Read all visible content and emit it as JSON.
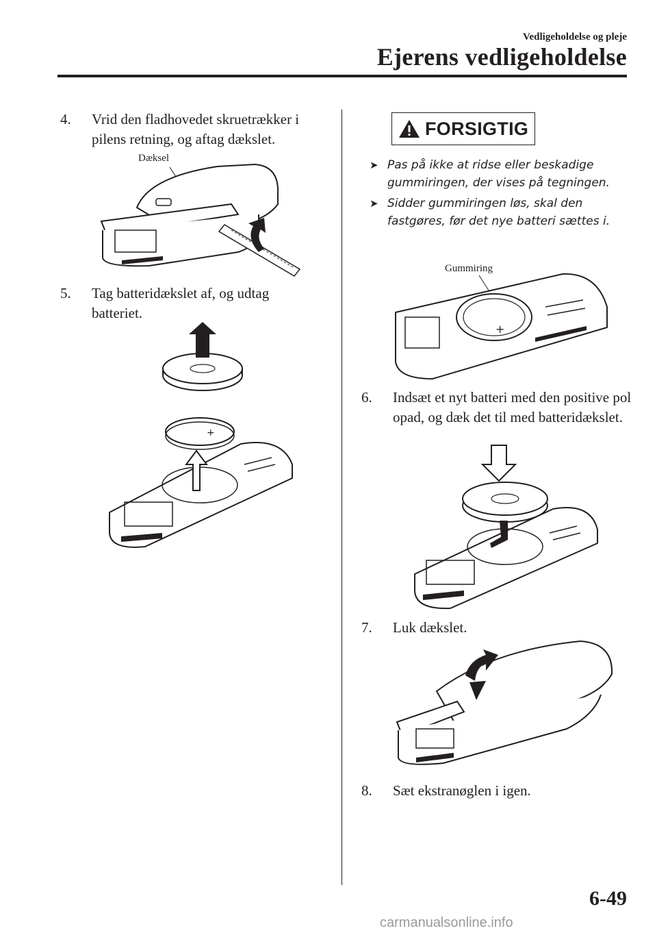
{
  "header": {
    "section": "Vedligeholdelse og pleje",
    "title": "Ejerens vedligeholdelse"
  },
  "steps": [
    {
      "number": "4.",
      "text": "Vrid den fladhovedet skruetrækker i pilens retning, og aftag dækslet."
    },
    {
      "number": "5.",
      "text": "Tag batteridækslet af, og udtag batteriet."
    },
    {
      "number": "6.",
      "text": "Indsæt et nyt batteri med den positive pol opad, og dæk det til med batteridækslet."
    },
    {
      "number": "7.",
      "text": "Luk dækslet."
    },
    {
      "number": "8.",
      "text": "Sæt ekstranøglen i igen."
    }
  ],
  "figures": {
    "fig1_label": "Dæksel",
    "fig_caution_label": "Gummiring"
  },
  "caution": {
    "title": "FORSIGTIG",
    "bullets": [
      "Pas på ikke at ridse eller beskadige gummiringen, der vises på tegningen.",
      "Sidder gummiringen løs, skal den fastgøres, før det nye batteri sættes i."
    ]
  },
  "page_number": "6-49",
  "footer": "carmanualsonline.info"
}
